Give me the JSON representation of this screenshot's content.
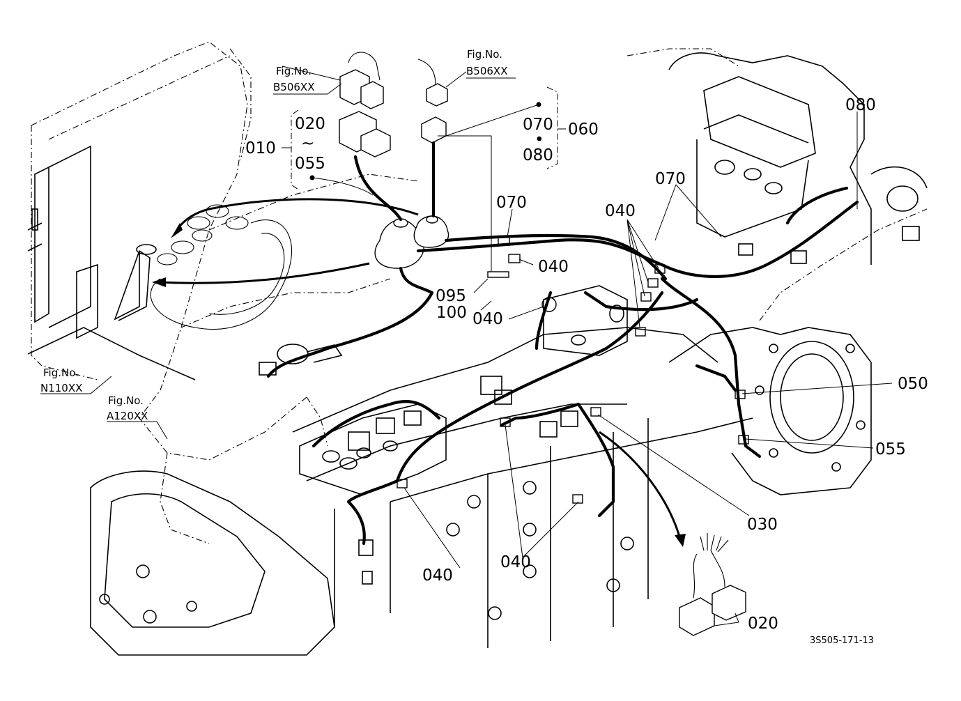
{
  "diagram": {
    "callouts": {
      "c010": "010",
      "c020_top": "020",
      "tilde": "~",
      "c055_top": "055",
      "c070_top": "070",
      "dot": "•",
      "c080_top": "080",
      "c060": "060",
      "c080_right": "080",
      "c070_right": "070",
      "c070_mid": "070",
      "c040_mid": "040",
      "c040_upper": "040",
      "c095": "095",
      "c100": "100",
      "c040_center": "040",
      "c050": "050",
      "c055_right": "055",
      "c030": "030",
      "c040_bottom_left": "040",
      "c040_bottom_mid": "040",
      "c020_bottom": "020"
    },
    "figure_refs": [
      {
        "label": "Fig.No.",
        "number": "B506XX"
      },
      {
        "label": "Fig.No.",
        "number": "B506XX"
      },
      {
        "label": "Fig.No.",
        "number": "N110XX"
      },
      {
        "label": "Fig.No.",
        "number": "A120XX"
      }
    ],
    "drawing_code": "3S505-171-13"
  }
}
